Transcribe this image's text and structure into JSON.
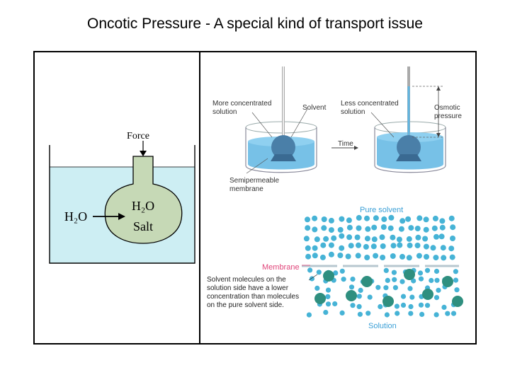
{
  "slide": {
    "title": "Oncotic Pressure - A special kind of transport issue"
  },
  "left_diagram": {
    "force_label": "Force",
    "outside_label": "H₂O",
    "inside_water_label": "H₂O",
    "inside_salt_label": "Salt",
    "colors": {
      "water": "#cdeef3",
      "stroke": "#000000",
      "bulb": "#c6d9b6"
    }
  },
  "beaker_diagram": {
    "label_more_concentrated": [
      "More concentrated",
      "solution"
    ],
    "label_solvent": "Solvent",
    "label_less_concentrated": [
      "Less concentrated",
      "solution"
    ],
    "label_osmotic_pressure": [
      "Osmotic",
      "pressure"
    ],
    "label_time": "Time",
    "label_semipermeable": [
      "Semipermeable",
      "membrane"
    ],
    "colors": {
      "liquid": "#5fb6e3",
      "bulb": "#4a7fa8",
      "text": "#333333"
    }
  },
  "molecule_diagram": {
    "label_pure_solvent": "Pure solvent",
    "label_membrane": "Membrane",
    "label_solvent_note": [
      "Solvent molecules on the",
      "solution side have a lower",
      "concentration than molecules",
      "on the pure solvent side."
    ],
    "label_solution": "Solution",
    "colors": {
      "solvent": "#46b3d6",
      "solute": "#2f8f7f",
      "pure_label": "#3a9fd6",
      "membrane_label": "#e0457a",
      "membrane": "#b7c7cf"
    }
  }
}
